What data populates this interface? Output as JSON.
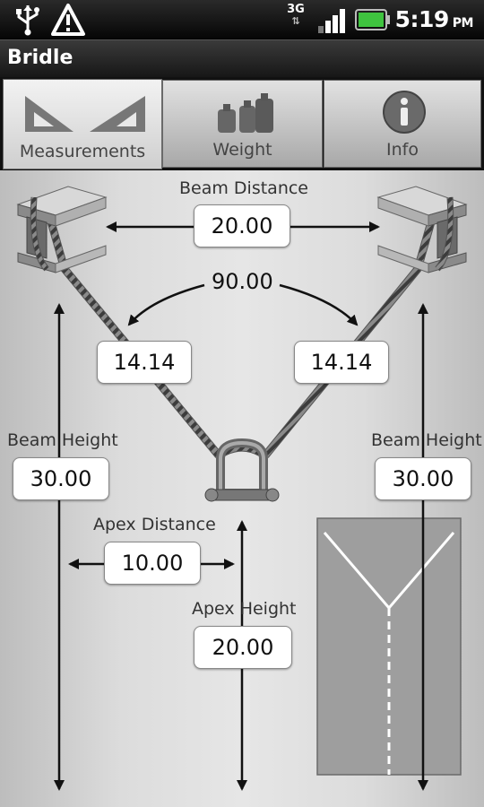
{
  "status_bar": {
    "network": "3G",
    "time": "5:19",
    "ampm": "PM",
    "icons": [
      "usb-icon",
      "warning-icon",
      "network-3g-icon",
      "signal-icon",
      "battery-icon"
    ]
  },
  "app": {
    "title": "Bridle"
  },
  "tabs": [
    {
      "label": "Measurements",
      "icon": "set-square-icon",
      "active": true
    },
    {
      "label": "Weight",
      "icon": "weights-icon",
      "active": false
    },
    {
      "label": "Info",
      "icon": "info-icon",
      "active": false
    }
  ],
  "measurements": {
    "beam_distance": {
      "label": "Beam Distance",
      "value": "20.00"
    },
    "angle": {
      "value": "90.00"
    },
    "left_leg": {
      "value": "14.14"
    },
    "right_leg": {
      "value": "14.14"
    },
    "left_beam_height": {
      "label": "Beam Height",
      "value": "30.00"
    },
    "right_beam_height": {
      "label": "Beam Height",
      "value": "30.00"
    },
    "apex_distance": {
      "label": "Apex Distance",
      "value": "10.00"
    },
    "apex_height": {
      "label": "Apex Height",
      "value": "20.00"
    }
  },
  "colors": {
    "background_center": "#e6e6e6",
    "background_edge": "#bdbdbd",
    "arrow": "#111111",
    "preview_panel": "#9e9e9e"
  }
}
